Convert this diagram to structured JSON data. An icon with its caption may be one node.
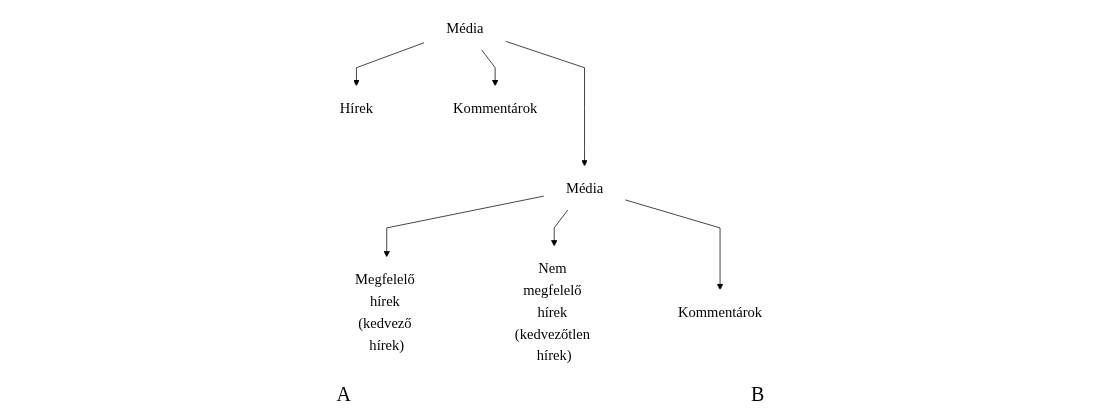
{
  "diagram": {
    "nodes": [
      {
        "text": [
          "Média"
        ]
      },
      {
        "text": [
          "Hírek"
        ]
      },
      {
        "text": [
          "Kommentárok"
        ]
      },
      {
        "text": [
          "Média"
        ]
      },
      {
        "text": [
          "Megfelelő hírek (kedvező hírek)"
        ]
      },
      {
        "text": [
          "Nem megfelelő hírek (kedvezőtlen hírek)"
        ]
      },
      {
        "text": [
          "Kommentárok"
        ]
      }
    ],
    "edges": [
      {
        "from": 0,
        "to": 1,
        "arrow": "to"
      },
      {
        "from": 0,
        "to": 2,
        "arrow": "to"
      },
      {
        "from": 0,
        "to": 3,
        "arrow": "to"
      },
      {
        "from": 3,
        "to": 4,
        "arrow": "to"
      },
      {
        "from": 3,
        "to": 5,
        "arrow": "to"
      },
      {
        "from": 3,
        "to": 6,
        "arrow": "to"
      }
    ],
    "labels": [
      "A",
      "B"
    ]
  }
}
